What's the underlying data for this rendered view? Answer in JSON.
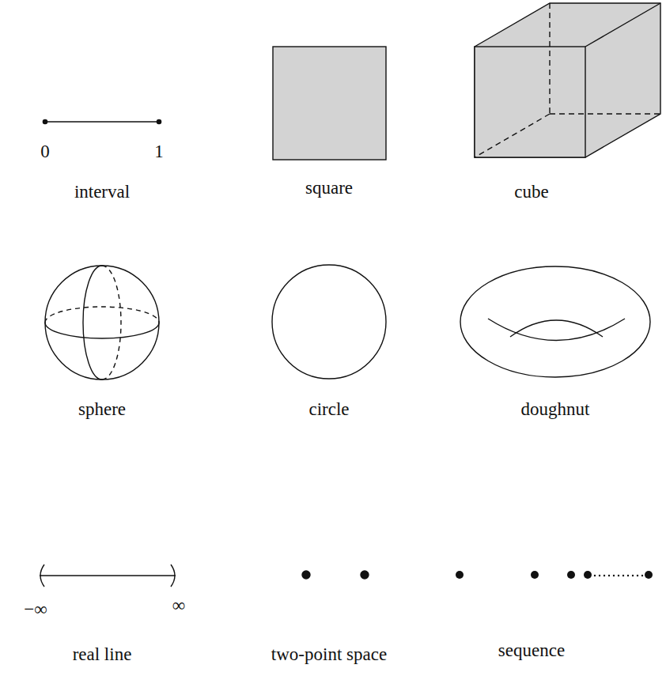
{
  "diagram": {
    "labels": [
      "0",
      "1",
      "interval",
      "square",
      "cube",
      "sphere",
      "circle",
      "doughnut",
      "−∞",
      "∞",
      "real line",
      "two-point space",
      "sequence"
    ]
  }
}
